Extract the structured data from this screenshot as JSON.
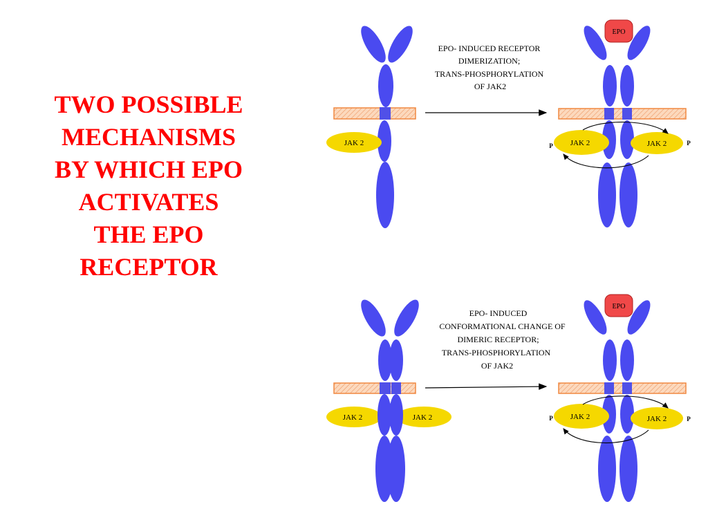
{
  "title_lines": [
    "TWO POSSIBLE",
    "MECHANISMS",
    "BY WHICH EPO",
    "ACTIVATES",
    "THE EPO",
    "RECEPTOR"
  ],
  "colors": {
    "title": "#ff0000",
    "receptor": "#4a4af0",
    "jak2": "#f5d800",
    "epo": "#f04848",
    "membrane": "#f8a860"
  },
  "top_panel": {
    "caption_lines": [
      "EPO- INDUCED  RECEPTOR",
      "DIMERIZATION;",
      "TRANS-PHOSPHORYLATION",
      "OF JAK2"
    ],
    "left_jak": "JAK 2",
    "right_jak_a": "JAK 2",
    "right_jak_b": "JAK 2",
    "epo": "EPO",
    "p_left": "P",
    "p_right": "P"
  },
  "bottom_panel": {
    "caption_lines": [
      "EPO- INDUCED",
      "CONFORMATIONAL CHANGE OF",
      "DIMERIC RECEPTOR;",
      "TRANS-PHOSPHORYLATION",
      "OF JAK2"
    ],
    "left_jak_a": "JAK 2",
    "left_jak_b": "JAK 2",
    "right_jak_a": "JAK 2",
    "right_jak_b": "JAK 2",
    "epo": "EPO",
    "p_left": "P",
    "p_right": "P"
  }
}
